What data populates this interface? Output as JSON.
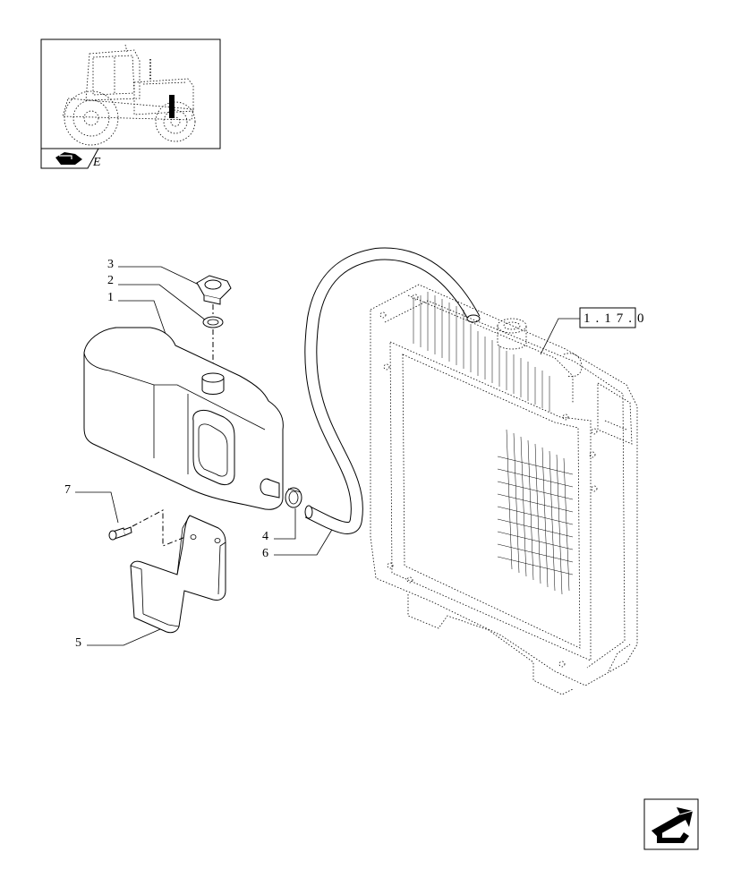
{
  "callouts": [
    {
      "id": "1",
      "text": "1"
    },
    {
      "id": "2",
      "text": "2"
    },
    {
      "id": "3",
      "text": "3"
    },
    {
      "id": "4",
      "text": "4"
    },
    {
      "id": "5",
      "text": "5"
    },
    {
      "id": "6",
      "text": "6"
    },
    {
      "id": "7",
      "text": "7"
    }
  ],
  "reference": {
    "text": "1.17.0"
  },
  "thumbnail": {
    "section_mark": "E"
  },
  "icons": {
    "thumbnail": "tractor-thumbnail-icon",
    "section": "book-arrow-icon",
    "navigation": "next-page-arrow-icon"
  }
}
